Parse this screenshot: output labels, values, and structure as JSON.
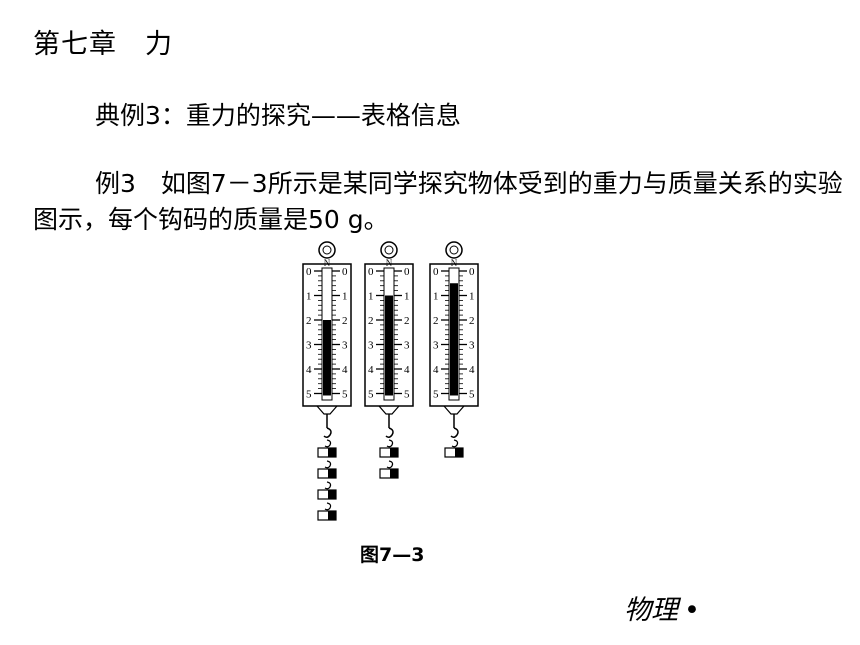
{
  "chapter": "第七章　力",
  "example_title": "典例3：重力的探究——表格信息",
  "problem_text": "例3　如图7－3所示是某同学探究物体受到的重力与质量关系的实验图示，每个钩码的质量是50 g。",
  "figure": {
    "caption": "图7—3",
    "scale_labels": [
      "0",
      "1",
      "2",
      "3",
      "4",
      "5"
    ],
    "unit_label": "N",
    "balances": [
      {
        "weights": 4,
        "reading": 2
      },
      {
        "weights": 2,
        "reading": 1
      },
      {
        "weights": 1,
        "reading": 0.5
      }
    ]
  },
  "footer": {
    "label": "物理",
    "dot": "•"
  }
}
